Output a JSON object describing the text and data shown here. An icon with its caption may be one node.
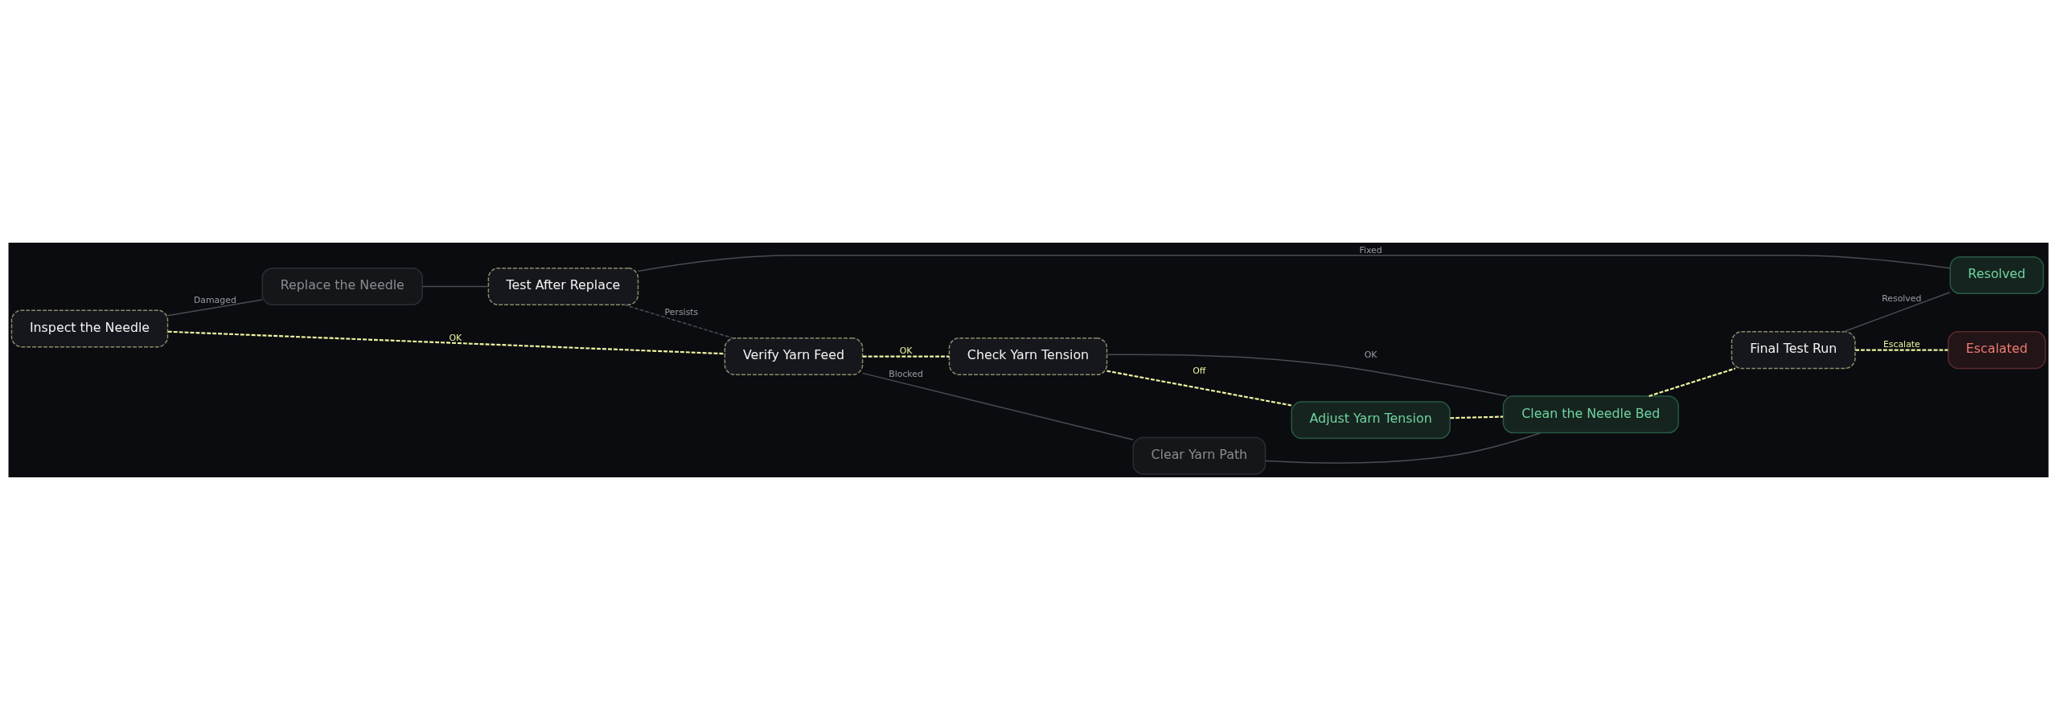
{
  "diagram": {
    "nodes": [
      {
        "text": [
          "Inspect the Needle"
        ]
      },
      {
        "text": [
          "Replace the Needle"
        ]
      },
      {
        "text": [
          "Test After Replace"
        ]
      },
      {
        "text": [
          "Verify Yarn Feed"
        ]
      },
      {
        "text": [
          "Check Yarn Tension"
        ]
      },
      {
        "text": [
          "Clear Yarn Path"
        ]
      },
      {
        "text": [
          "Adjust Yarn Tension"
        ]
      },
      {
        "text": [
          "Clean the Needle Bed"
        ]
      },
      {
        "text": [
          "Final Test Run"
        ]
      },
      {
        "text": [
          "Resolved"
        ]
      },
      {
        "text": [
          "Escalated"
        ]
      }
    ],
    "edges": [
      {
        "from": 0,
        "to": 3,
        "arrow": "none",
        "label": "OK",
        "style": "dashed",
        "color": "#eef5a0"
      },
      {
        "from": 0,
        "to": 1,
        "arrow": "none",
        "label": "Damaged"
      },
      {
        "from": 1,
        "to": 2,
        "arrow": "none"
      },
      {
        "from": 2,
        "to": 9,
        "arrow": "none",
        "label": "Fixed"
      },
      {
        "from": 2,
        "to": 3,
        "arrow": "none",
        "label": "Persists",
        "style": "dashed"
      },
      {
        "from": 3,
        "to": 4,
        "arrow": "none",
        "label": "OK",
        "style": "dashed",
        "color": "#eef5a0"
      },
      {
        "from": 3,
        "to": 5,
        "arrow": "none",
        "label": "Blocked"
      },
      {
        "from": 4,
        "to": 7,
        "arrow": "none",
        "label": "OK"
      },
      {
        "from": 4,
        "to": 6,
        "arrow": "none",
        "label": "Off",
        "style": "dashed",
        "color": "#eef5a0"
      },
      {
        "from": 5,
        "to": 7,
        "arrow": "none"
      },
      {
        "from": 6,
        "to": 7,
        "arrow": "none",
        "style": "dashed",
        "color": "#eef5a0"
      },
      {
        "from": 7,
        "to": 8,
        "arrow": "none",
        "style": "dashed",
        "color": "#eef5a0"
      },
      {
        "from": 8,
        "to": 9,
        "arrow": "none",
        "label": "Resolved"
      },
      {
        "from": 8,
        "to": 10,
        "arrow": "none",
        "label": "Escalate",
        "style": "dashed",
        "color": "#eef5a0"
      }
    ]
  }
}
